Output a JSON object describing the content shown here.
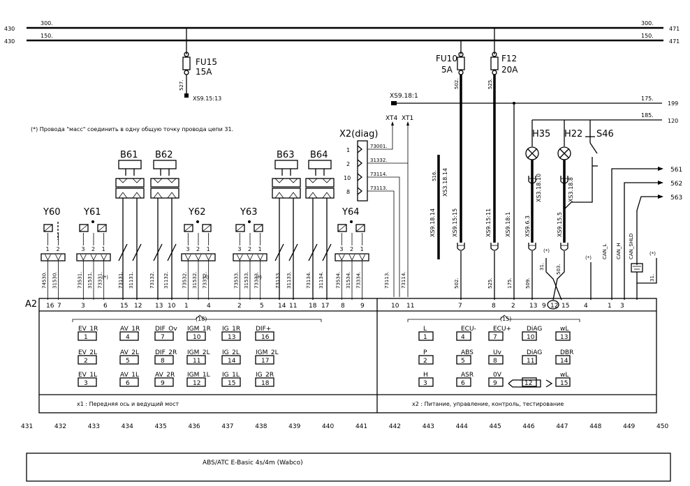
{
  "bus": {
    "line1": {
      "left_ref": "430",
      "right_ref": "471",
      "label_left": "300.",
      "label_right": "300."
    },
    "line2": {
      "left_ref": "430",
      "right_ref": "471",
      "label_left": "150.",
      "label_right": "150."
    }
  },
  "fuses": [
    {
      "name": "FU15",
      "rating": "15A",
      "wire": "527.",
      "connector": "XS9.15:13"
    },
    {
      "name": "FU10",
      "rating": "5A",
      "wire": "502."
    },
    {
      "name": "F12",
      "rating": "20A",
      "wire": "525."
    }
  ],
  "xs918": "XS9.18:1",
  "right_lines": [
    {
      "label": "175.",
      "ref": "199"
    },
    {
      "label": "185.",
      "ref": "120"
    }
  ],
  "note": "(*) Провода \"масс\" соединить в одну общую точку провода цепи 31.",
  "x2": {
    "label": "X2(diag)",
    "pins": [
      "1",
      "2",
      "10",
      "8"
    ],
    "wires": [
      "73001.",
      "31332.",
      "73114.",
      "73113."
    ],
    "xt4": "XT4",
    "xt1": "XT1"
  },
  "sensors": [
    "B61",
    "B62",
    "B63",
    "B64"
  ],
  "valves": [
    {
      "name": "Y60",
      "pins": [
        "1",
        "2"
      ],
      "wires": [
        "74530.",
        "31530."
      ]
    },
    {
      "name": "Y61",
      "pins": [
        "3",
        "2",
        "1"
      ],
      "wires": [
        "73531.",
        "31531.",
        "73331."
      ]
    },
    {
      "name": "Y62",
      "pins": [
        "3",
        "2",
        "1"
      ],
      "wires": [
        "73532.",
        "31532.",
        "73332."
      ]
    },
    {
      "name": "Y63",
      "pins": [
        "3",
        "2",
        "1"
      ],
      "wires": [
        "73533.",
        "31533.",
        "73333."
      ]
    },
    {
      "name": "Y64",
      "pins": [
        "3",
        "2",
        "1"
      ],
      "wires": [
        "73534.",
        "31534.",
        "73334."
      ]
    }
  ],
  "sensor_wires": [
    "73131.",
    "31131.",
    "73132.",
    "31132.",
    "73133.",
    "31133.",
    "73134.",
    "31134."
  ],
  "star": "(*)",
  "diag_wires": [
    "73113.",
    "73114."
  ],
  "right_connectors": [
    "XS3.18.14",
    "XS9.18.14",
    "XS9.15:15",
    "XS9.15:11",
    "XS9.18:1",
    "XS9.6.3",
    "XS9.15.5",
    "XS3.18.10",
    "XS3.18.8"
  ],
  "wire_516": "516.",
  "lamps": [
    "H35",
    "H22"
  ],
  "switch": "S46",
  "right_outputs": [
    "561",
    "562",
    "563"
  ],
  "can_labels": [
    "CAN_L",
    "CAN_H",
    "CAN_SHLD"
  ],
  "right_wires": [
    "502.",
    "525.",
    "175.",
    "509.",
    "31.",
    "503.",
    "31."
  ],
  "a2": {
    "label": "A2",
    "left_pins": [
      "16",
      "7",
      "3",
      "6",
      "15",
      "12",
      "13",
      "10",
      "1",
      "4",
      "2",
      "5",
      "14",
      "11",
      "18",
      "17",
      "8",
      "9"
    ],
    "right_pins": [
      "10",
      "11",
      "7",
      "8",
      "2",
      "13",
      "9",
      "12",
      "15",
      "4",
      "1",
      "3"
    ],
    "left_count": "(18)",
    "right_count": "(15)",
    "left_grid": [
      {
        "label": "EV_1R",
        "num": "1"
      },
      {
        "label": "AV_1R",
        "num": "4"
      },
      {
        "label": "DIF_Ov",
        "num": "7"
      },
      {
        "label": "IGM_1R",
        "num": "10"
      },
      {
        "label": "IG_1R",
        "num": "13"
      },
      {
        "label": "DIF+",
        "num": "16"
      },
      {
        "label": "EV_2L",
        "num": "2"
      },
      {
        "label": "AV_2L",
        "num": "5"
      },
      {
        "label": "DIF_2R",
        "num": "8"
      },
      {
        "label": "IGM_2L",
        "num": "11"
      },
      {
        "label": "IG_2L",
        "num": "14"
      },
      {
        "label": "IGM_2L",
        "num": "17"
      },
      {
        "label": "EV_1L",
        "num": "3"
      },
      {
        "label": "AV_1L",
        "num": "6"
      },
      {
        "label": "AV_2R",
        "num": "9"
      },
      {
        "label": "IGM_1L",
        "num": "12"
      },
      {
        "label": "IG_1L",
        "num": "15"
      },
      {
        "label": "IG_2R",
        "num": "18"
      }
    ],
    "right_grid": [
      {
        "label": "L",
        "num": "1"
      },
      {
        "label": "ECU-",
        "num": "4"
      },
      {
        "label": "ECU+",
        "num": "7"
      },
      {
        "label": "DiAG",
        "num": "10"
      },
      {
        "label": "wL",
        "num": "13"
      },
      {
        "label": "P",
        "num": "2"
      },
      {
        "label": "ABS",
        "num": "5"
      },
      {
        "label": "Uv",
        "num": "8"
      },
      {
        "label": "DiAG",
        "num": "11"
      },
      {
        "label": "DBR",
        "num": "14"
      },
      {
        "label": "H",
        "num": "3"
      },
      {
        "label": "ASR",
        "num": "6"
      },
      {
        "label": "0V",
        "num": "9"
      },
      {
        "label": "12",
        "num": ""
      },
      {
        "label": "wL",
        "num": "15"
      }
    ],
    "left_caption": "x1 :  Передняя ось и ведущий мост",
    "right_caption": "x2 : Питание, управление, контроль, тестирование"
  },
  "bottom_numbers": [
    "431",
    "432",
    "433",
    "434",
    "435",
    "436",
    "437",
    "438",
    "439",
    "440",
    "441",
    "442",
    "443",
    "444",
    "445",
    "446",
    "447",
    "448",
    "449",
    "450"
  ],
  "title": "ABS/ATC  E-Basic 4s/4m (Wabco)"
}
